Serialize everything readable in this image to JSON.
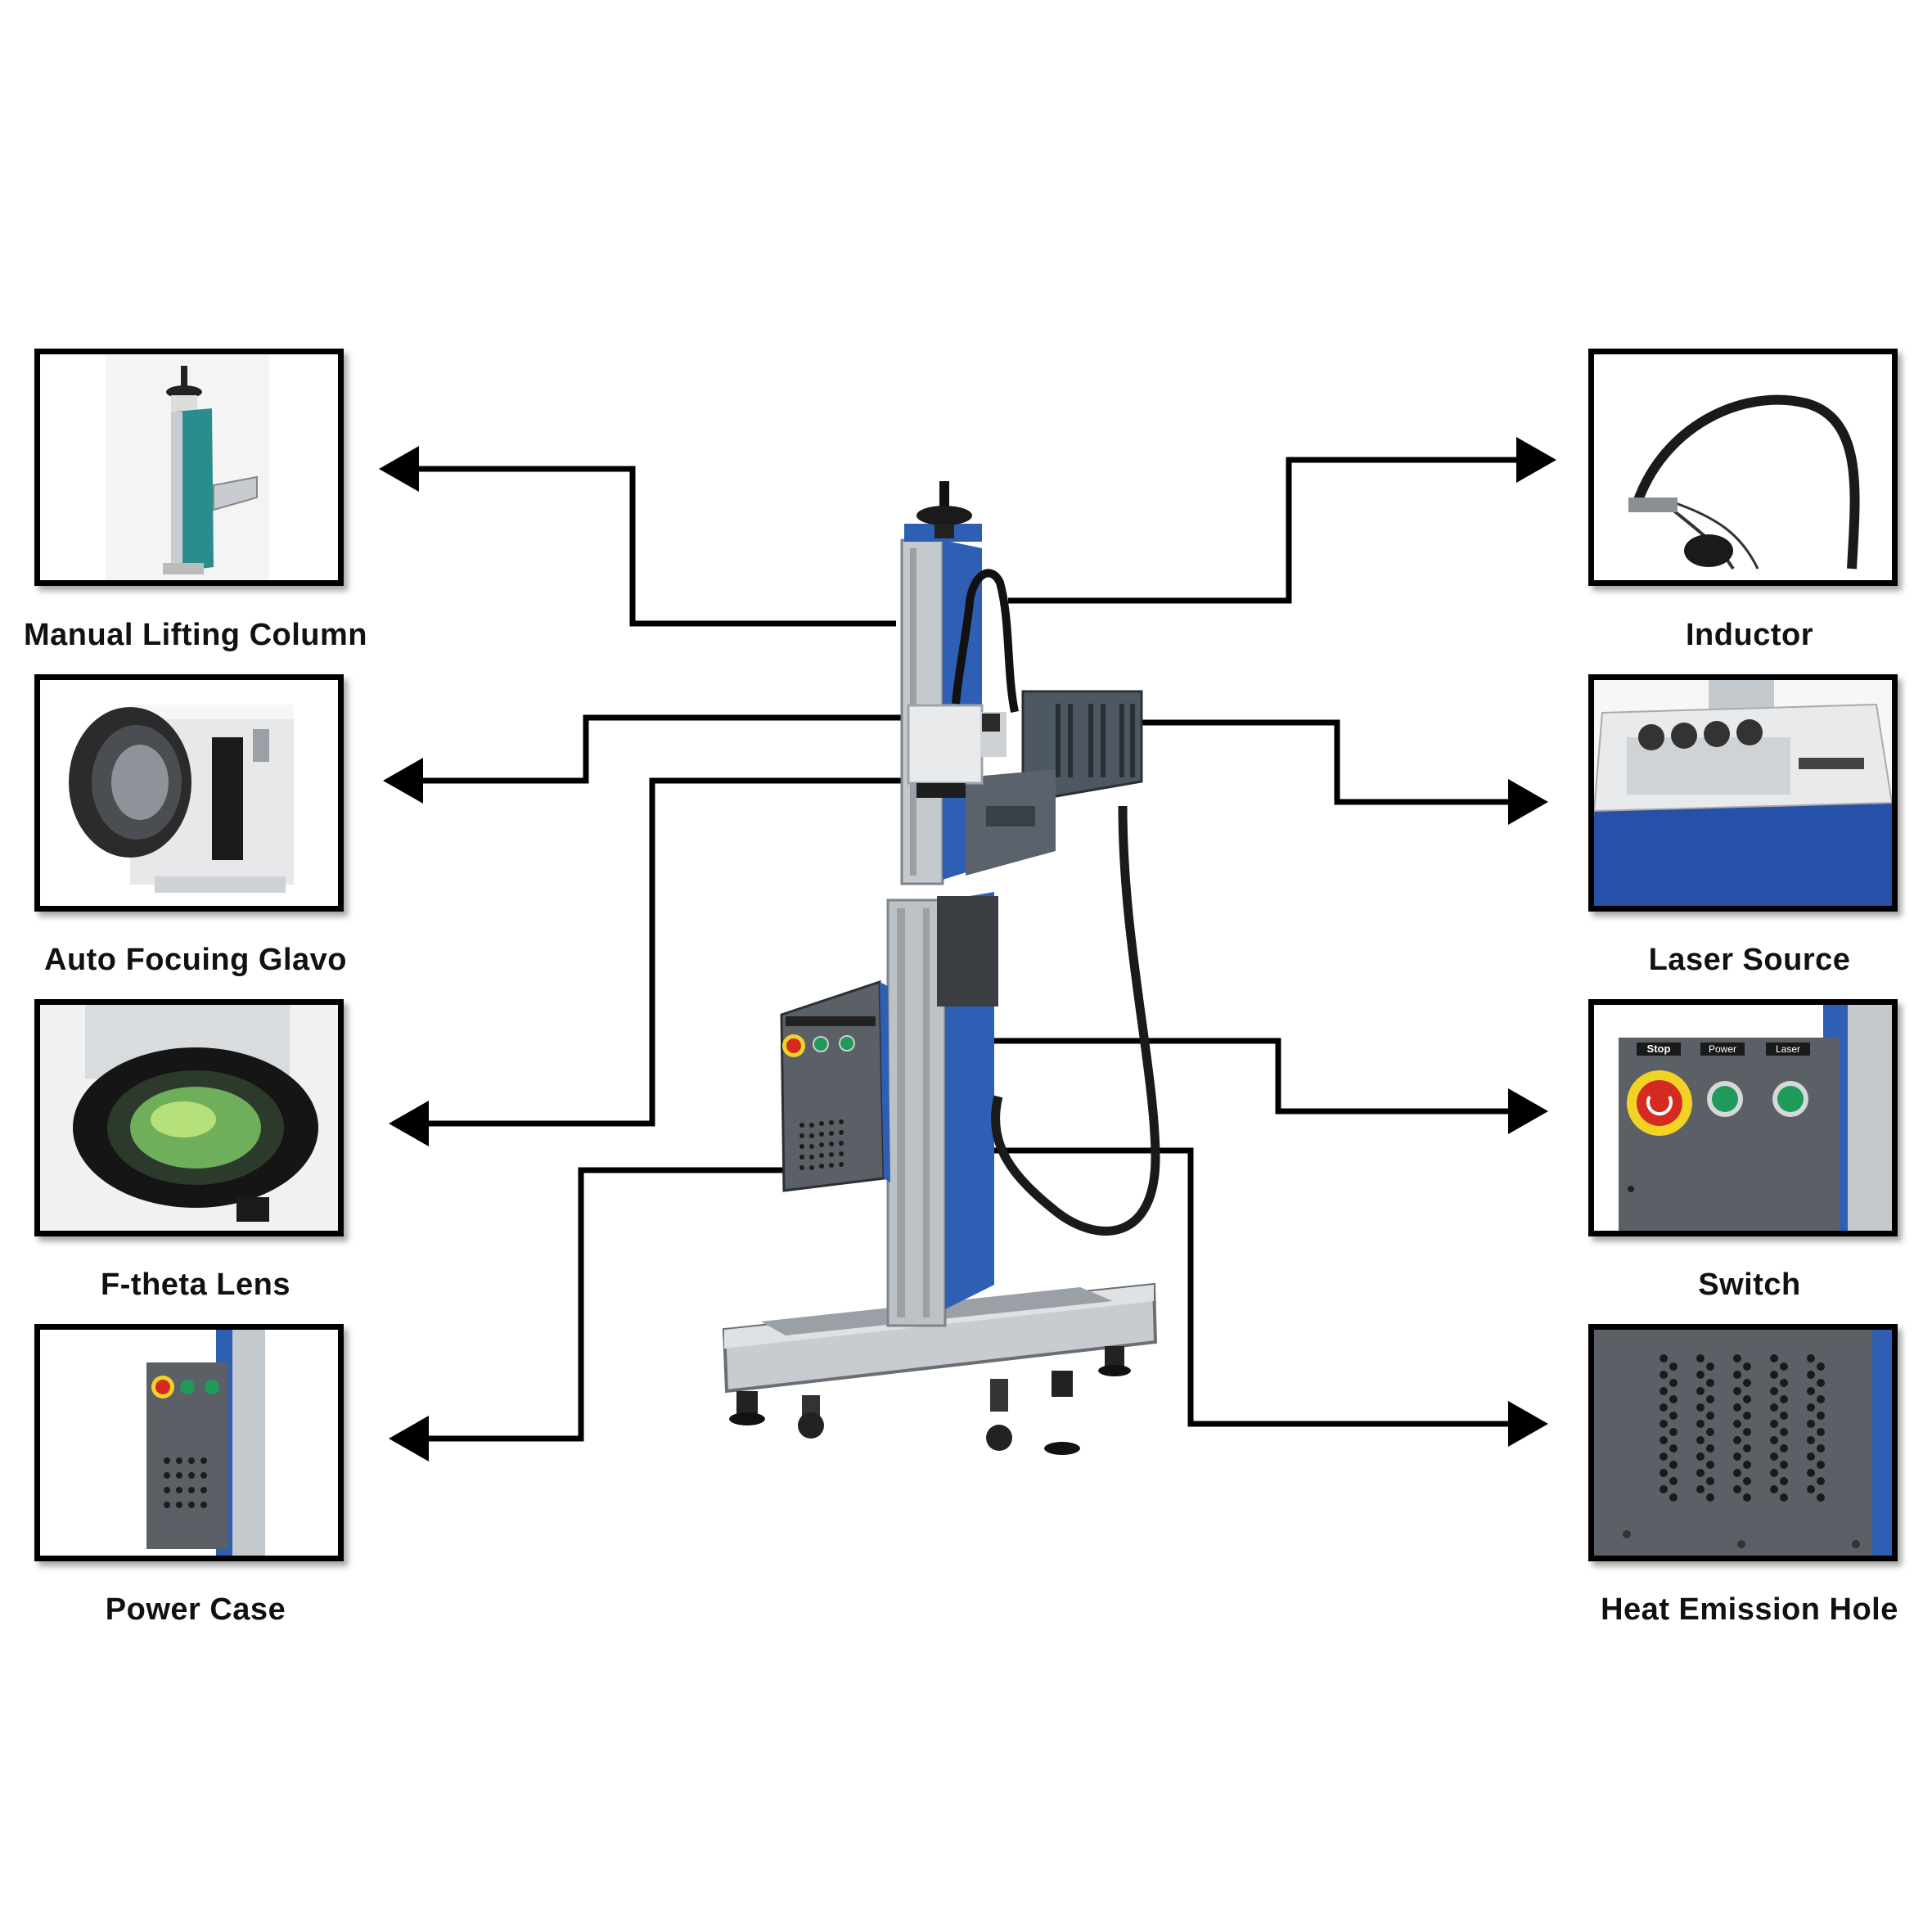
{
  "diagram": {
    "colors": {
      "frame": "#000000",
      "accent_blue": "#2f5fb4",
      "aluminium": "#bfc4c9",
      "case_dark": "#54595f"
    },
    "components": [
      {
        "id": "manual-lifting-column",
        "label": "Manual Lifting Column",
        "side": "left",
        "icon": "lifting-column-photo"
      },
      {
        "id": "auto-focusing-galvo",
        "label": "Auto Focuing Glavo",
        "side": "left",
        "icon": "galvo-head-photo"
      },
      {
        "id": "f-theta-lens",
        "label": "F-theta Lens",
        "side": "left",
        "icon": "lens-photo"
      },
      {
        "id": "power-case",
        "label": "Power Case",
        "side": "left",
        "icon": "power-case-photo"
      },
      {
        "id": "inductor",
        "label": "Inductor",
        "side": "right",
        "icon": "inductor-cable-photo"
      },
      {
        "id": "laser-source",
        "label": "Laser Source",
        "side": "right",
        "icon": "laser-source-photo"
      },
      {
        "id": "switch",
        "label": "Switch",
        "side": "right",
        "icon": "switch-panel-photo"
      },
      {
        "id": "heat-emission-hole",
        "label": "Heat Emission Hole",
        "side": "right",
        "icon": "vent-holes-photo"
      }
    ],
    "switch_buttons": {
      "stop": "Stop",
      "power": "Power",
      "laser": "Laser"
    }
  }
}
